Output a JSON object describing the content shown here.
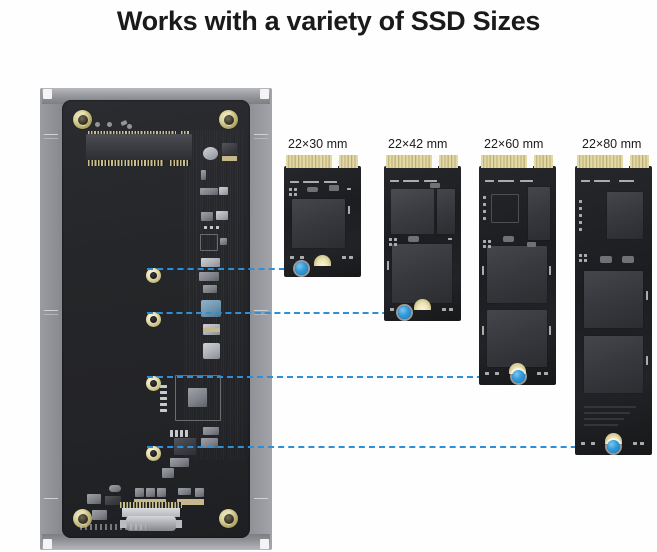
{
  "page": {
    "title": "Works with a variety of SSD Sizes",
    "background_color": "#fefefe",
    "title_color": "#1a1a1a"
  },
  "colors": {
    "accent_blue": "#2e8fd6",
    "dot_blue": "#1b7ec0",
    "pcb_black": "#26272b",
    "gold": "#cfc48c",
    "chassis_gray": "#7e8086"
  },
  "enclosure": {
    "name": "M.2 NVMe SSD enclosure board",
    "standoff_labels": [
      "standoff-2230",
      "standoff-2242",
      "standoff-2260",
      "standoff-2280"
    ],
    "connector": "usb-c-port",
    "socket": "m2-m-key-socket",
    "corner_screws": 4
  },
  "ssds": [
    {
      "label": "22×30 mm",
      "key": "2230"
    },
    {
      "label": "22×42 mm",
      "key": "2242"
    },
    {
      "label": "22×60 mm",
      "key": "2260"
    },
    {
      "label": "22×80 mm",
      "key": "2280"
    }
  ],
  "connectors": [
    {
      "from": "standoff-2230",
      "to": "22×30 mm"
    },
    {
      "from": "standoff-2242",
      "to": "22×42 mm"
    },
    {
      "from": "standoff-2260",
      "to": "22×60 mm"
    },
    {
      "from": "standoff-2280",
      "to": "22×80 mm"
    }
  ]
}
